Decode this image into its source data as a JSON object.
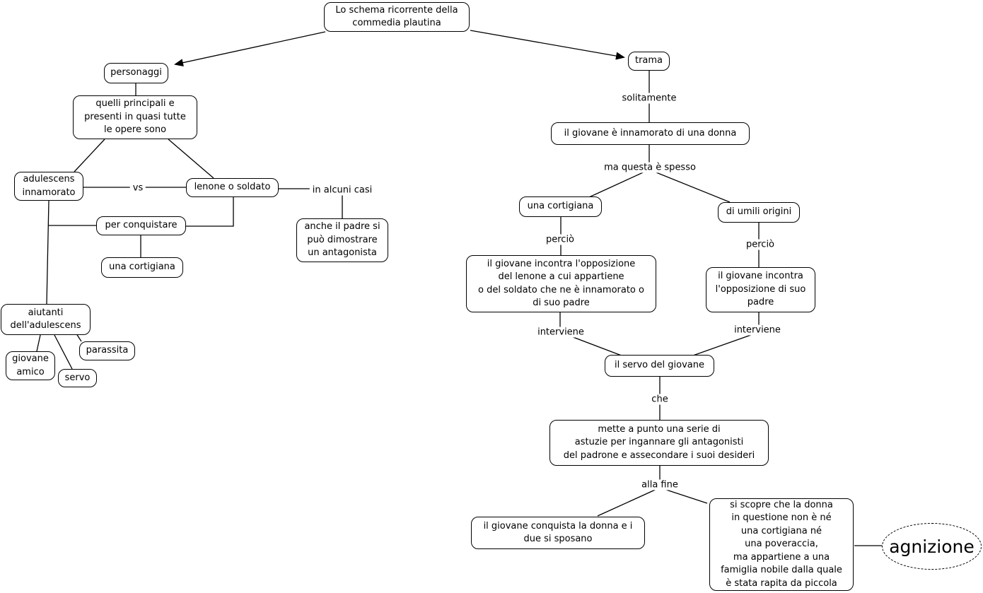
{
  "diagram": {
    "colors": {
      "background": "#ffffff",
      "line": "#000000",
      "text": "#000000"
    },
    "nodes": {
      "title": {
        "text": "Lo schema ricorrente della\ncommedia plautina"
      },
      "personaggi": {
        "text": "personaggi"
      },
      "quelli_principali": {
        "text": "quelli principali e\npresenti in quasi tutte\nle opere sono"
      },
      "adulescens": {
        "text": "adulescens\ninnamorato"
      },
      "lenone": {
        "text": "lenone o soldato"
      },
      "per_conquistare": {
        "text": "per conquistare"
      },
      "una_cortigiana_left": {
        "text": "una cortigiana"
      },
      "anche_il_padre": {
        "text": "anche il padre si\npuò dimostrare\nun antagonista"
      },
      "aiutanti": {
        "text": "aiutanti\ndell'adulescens"
      },
      "giovane_amico": {
        "text": "giovane\namico"
      },
      "servo": {
        "text": "servo"
      },
      "parassita": {
        "text": "parassita"
      },
      "trama": {
        "text": "trama"
      },
      "giovane_innamorato": {
        "text": "il giovane è innamorato di una donna"
      },
      "una_cortigiana_right": {
        "text": "una cortigiana"
      },
      "di_umili_origini": {
        "text": "di umili origini"
      },
      "opposizione_lenone": {
        "text": "il giovane incontra l'opposizione\ndel lenone a cui appartiene\no del soldato che ne è innamorato o\ndi suo padre"
      },
      "opposizione_padre": {
        "text": "il giovane incontra\nl'opposizione di suo\npadre"
      },
      "servo_del_giovane": {
        "text": "il servo del giovane"
      },
      "astuzie": {
        "text": "mette a punto una serie di\nastuzie per ingannare gli antagonisti\ndel padrone e assecondare i suoi desideri"
      },
      "conquista": {
        "text": "il giovane conquista la donna e i\ndue si sposano"
      },
      "si_scopre": {
        "text": "si scopre che la donna\nin questione non è né\nuna cortigiana né\nuna poveraccia,\nma appartiene a una\nfamiglia nobile dalla quale\nè stata rapita da piccola"
      },
      "agnizione": {
        "text": "agnizione"
      }
    },
    "link_labels": {
      "vs": "vs",
      "in_alcuni_casi": "in alcuni casi",
      "solitamente": "solitamente",
      "ma_questa": "ma questa è spesso",
      "percio_left": "perciò",
      "percio_right": "perciò",
      "interviene_left": "interviene",
      "interviene_right": "interviene",
      "che": "che",
      "alla_fine": "alla fine"
    }
  }
}
